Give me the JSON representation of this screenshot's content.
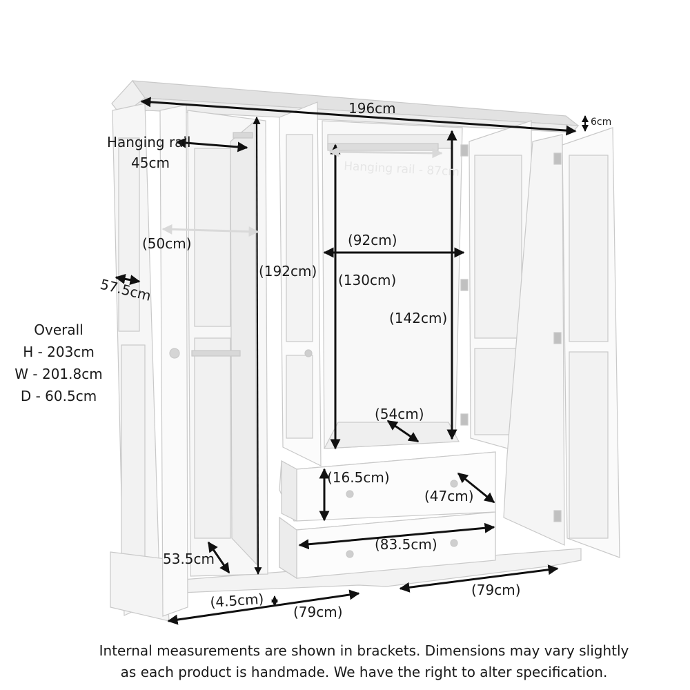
{
  "overall": {
    "title": "Overall",
    "height": "H - 203cm",
    "width": "W - 201.8cm",
    "depth": "D - 60.5cm"
  },
  "dimensions": {
    "top_width": "196cm",
    "cornice_height": "6cm",
    "hanging_rail_left_line1": "Hanging rail",
    "hanging_rail_left_line2": "45cm",
    "hanging_rail_center": "Hanging rail - 87cm",
    "left_depth_50": "(50cm)",
    "side_depth": "57.5cm",
    "internal_height_192": "(192cm)",
    "internal_width_92": "(92cm)",
    "internal_height_130": "(130cm)",
    "internal_height_142": "(142cm)",
    "shelf_depth_54": "(54cm)",
    "drawer_height": "(16.5cm)",
    "drawer_depth": "(47cm)",
    "drawer_width": "(83.5cm)",
    "left_base_depth": "53.5cm",
    "plinth_height": "(4.5cm)",
    "base_left_width": "(79cm)",
    "base_right_width": "(79cm)"
  },
  "footnote": {
    "line1": "Internal measurements are shown in brackets. Dimensions may vary slightly",
    "line2": "as each product is handmade. We have the right to alter specification."
  }
}
